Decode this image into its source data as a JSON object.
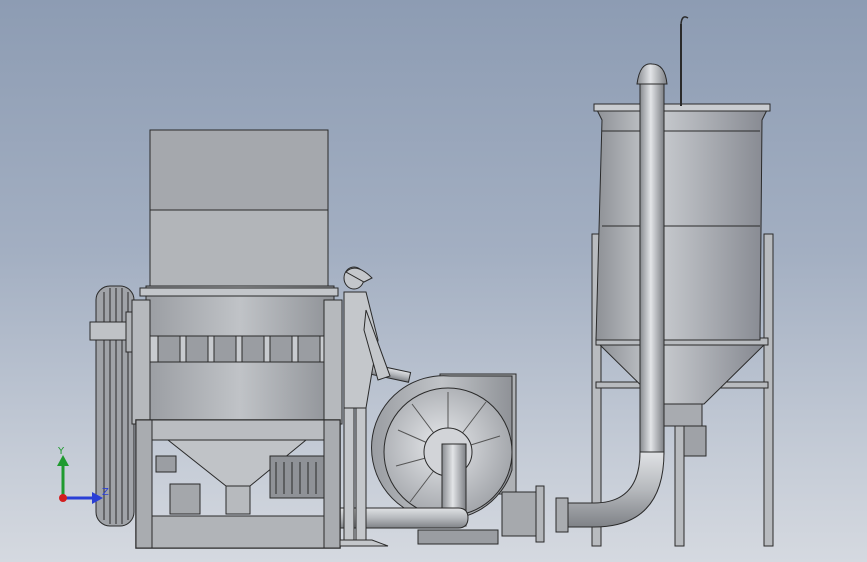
{
  "viewport": {
    "background_top": "#8d9cb3",
    "background_bottom": "#d5d9e0"
  },
  "model": {
    "components": [
      "hopper-crusher",
      "drive-pulley",
      "operator-figure",
      "blower-fan",
      "conveying-pipe",
      "storage-silo"
    ],
    "metal_color": "#b4b7bb",
    "edge_color": "#2a2a2a"
  },
  "triad": {
    "y_label": "Y",
    "z_label": "Z",
    "y_color": "#1f9a2f",
    "z_color": "#2a3fd6",
    "x_color": "#d21e1e"
  }
}
